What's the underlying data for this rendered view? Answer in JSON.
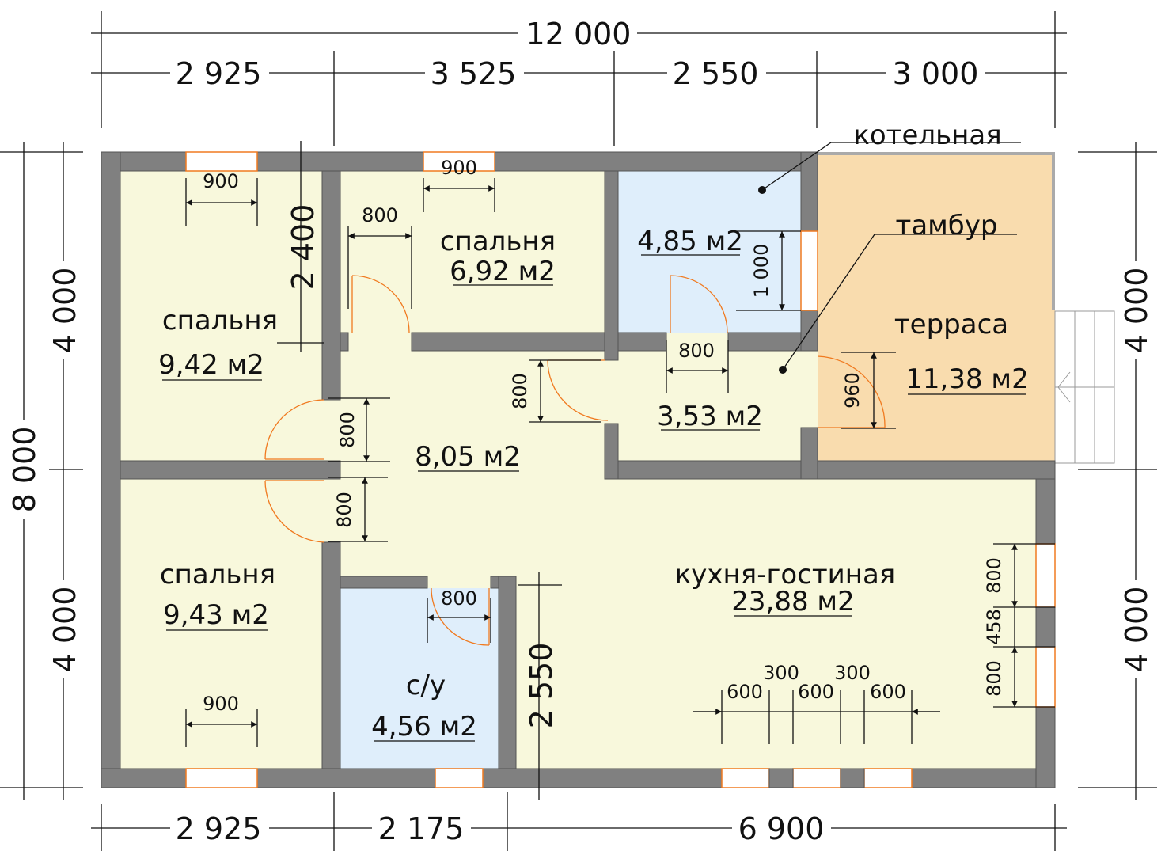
{
  "dimensions": {
    "total_width": "12 000",
    "top": [
      "2 925",
      "3 525",
      "2 550",
      "3 000"
    ],
    "bottom": [
      "2 925",
      "2 175",
      "6 900"
    ],
    "left_total": "8 000",
    "left": [
      "4 000",
      "4 000"
    ],
    "right": [
      "4 000",
      "4 000"
    ],
    "inner": {
      "win_bedroom1": "900",
      "win_bedroom2": "900",
      "win_bedroom3": "900",
      "door_bedroom2": "800",
      "wall_2400": "2 400",
      "boiler_window": "1 000",
      "door_boiler": "800",
      "door_tambour": "800",
      "terrace_door": "960",
      "door_bedroom1": "800",
      "door_bedroom3": "800",
      "door_bath": "800",
      "wall_2550": "2 550",
      "kitchen_windows_right": [
        "800",
        "458",
        "800"
      ],
      "kitchen_windows_bottom": [
        "600",
        "300",
        "600",
        "300",
        "600"
      ]
    }
  },
  "rooms": {
    "bedroom1": {
      "name": "спальня",
      "area": "9,42 м2"
    },
    "bedroom2": {
      "name": "спальня",
      "area": "6,92 м2"
    },
    "boiler": {
      "name": "котельная",
      "area": "4,85 м2"
    },
    "tambour": {
      "name": "тамбур",
      "area": "3,53 м2"
    },
    "terrace": {
      "name": "терраса",
      "area": "11,38 м2"
    },
    "hall": {
      "area": "8,05 м2"
    },
    "bedroom3": {
      "name": "спальня",
      "area": "9,43 м2"
    },
    "bathroom": {
      "name": "с/у",
      "area": "4,56 м2"
    },
    "kitchen": {
      "name": "кухня-гостиная",
      "area": "23,88 м2"
    }
  },
  "colors": {
    "bedroom": "#f8f8dc",
    "blue": "#dfeefb",
    "terrace": "#f9dcae",
    "wall": "#808080",
    "opening": "#f07a20"
  }
}
